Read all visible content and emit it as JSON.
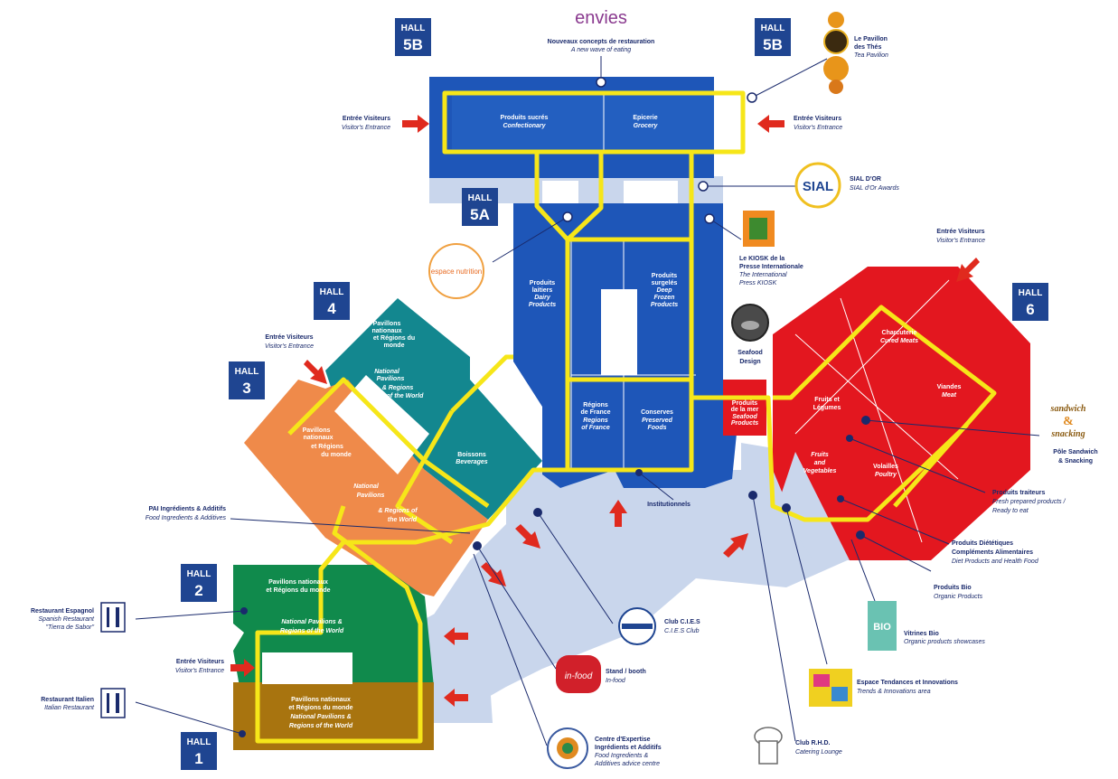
{
  "halls": {
    "h5b_left": {
      "label": "HALL",
      "num": "5B"
    },
    "h5b_right": {
      "label": "HALL",
      "num": "5B"
    },
    "h5a": {
      "label": "HALL",
      "num": "5A"
    },
    "h4": {
      "label": "HALL",
      "num": "4"
    },
    "h3": {
      "label": "HALL",
      "num": "3"
    },
    "h6": {
      "label": "HALL",
      "num": "6"
    },
    "h2": {
      "label": "HALL",
      "num": "2"
    },
    "h1": {
      "label": "HALL",
      "num": "1"
    }
  },
  "top": {
    "brand": "envies",
    "concept_fr": "Nouveaux concepts de restauration",
    "concept_en": "A new wave of eating"
  },
  "zones": {
    "confectionery_fr": "Produits sucrés",
    "confectionery_en": "Confectionary",
    "grocery_fr": "Epicerie",
    "grocery_en": "Grocery",
    "dairy_fr1": "Produits",
    "dairy_fr2": "laitiers",
    "dairy_en1": "Dairy",
    "dairy_en2": "Products",
    "frozen_fr1": "Produits",
    "frozen_fr2": "surgelés",
    "frozen_en1": "Deep",
    "frozen_en2": "Frozen",
    "frozen_en3": "Products",
    "regions_fr1": "Régions",
    "regions_fr2": "de France",
    "regions_en1": "Regions",
    "regions_en2": "of France",
    "preserved_fr": "Conserves",
    "preserved_en1": "Preserved",
    "preserved_en2": "Foods",
    "h4_fr1": "Pavillons",
    "h4_fr2": "nationaux",
    "h4_fr3": "et Régions du",
    "h4_fr4": "monde",
    "h4_en1": "National",
    "h4_en2": "Pavilions",
    "h4_en3": "& Regions",
    "h4_en4": "of the World",
    "beverages_fr": "Boissons",
    "beverages_en": "Beverages",
    "h3_fr1": "Pavillons",
    "h3_fr2": "nationaux",
    "h3_fr3": "et Régions",
    "h3_fr4": "du monde",
    "h3_en1": "National",
    "h3_en2": "Pavilions",
    "h3_en3": "& Regions of",
    "h3_en4": "the World",
    "h2_fr1": "Pavillons nationaux",
    "h2_fr2": "et Régions du monde",
    "h2_en1": "National Pavilions &",
    "h2_en2": "Regions of the World",
    "h1_fr1": "Pavillons nationaux",
    "h1_fr2": "et Régions du monde",
    "h1_en1": "National Pavilions &",
    "h1_en2": "Regions of the World",
    "charcuterie_fr": "Charcuterie",
    "charcuterie_en": "Cured Meats",
    "meat_fr": "Viandes",
    "meat_en": "Meat",
    "fruits_fr1": "Fruits et",
    "fruits_fr2": "Légumes",
    "fruits_en1": "Fruits",
    "fruits_en2": "and",
    "fruits_en3": "Vegetables",
    "poultry_fr": "Volailles",
    "poultry_en": "Poultry",
    "seafood_fr1": "Produits",
    "seafood_fr2": "de la mer",
    "seafood_en1": "Seafood",
    "seafood_en2": "Products",
    "institutional": "Institutionnels"
  },
  "callouts": {
    "entrance_left_fr": "Entrée Visiteurs",
    "entrance_left_en": "Visitor's Entrance",
    "entrance_right_fr": "Entrée Visiteurs",
    "entrance_right_en": "Visitor's Entrance",
    "entrance_h4_fr": "Entrée Visiteurs",
    "entrance_h4_en": "Visitor's Entrance",
    "entrance_h6_fr": "Entrée Visiteurs",
    "entrance_h6_en": "Visitor's Entrance",
    "entrance_h2_fr": "Entrée Visiteurs",
    "entrance_h2_en": "Visitor's Entrance",
    "tea_fr1": "Le Pavillon",
    "tea_fr2": "des Thés",
    "tea_en": "Tea Pavilion",
    "sialdor_fr": "SIAL D'OR",
    "sialdor_en": "SIAL d'Or Awards",
    "sialdor_logo": "SIAL",
    "kiosk_fr1": "Le KIOSK de la",
    "kiosk_fr2": "Presse Internationale",
    "kiosk_en1": "The International",
    "kiosk_en2": "Press KIOSK",
    "seafood_design1": "Seafood",
    "seafood_design2": "Design",
    "sandwich_fr1": "Pôle Sandwich",
    "sandwich_fr2": "& Snacking",
    "sandwich_logo1": "sandwich",
    "sandwich_logo2": "&",
    "sandwich_logo3": "snacking",
    "traiteur_fr": "Produits traiteurs",
    "traiteur_en1": "Fresh prepared products /",
    "traiteur_en2": "Ready to eat",
    "diet_fr1": "Produits Diététiques",
    "diet_fr2": "Compléments Alimentaires",
    "diet_en": "Diet Products and Health Food",
    "bio_fr": "Produits Bio",
    "bio_en": "Organic Products",
    "vitrines_fr": "Vitrines Bio",
    "vitrines_en": "Organic products showcases",
    "vitrines_logo": "BIO",
    "tendances_fr": "Espace Tendances et Innovations",
    "tendances_en": "Trends & Innovations area",
    "rhd_fr": "Club R.H.D.",
    "rhd_en": "Catering Lounge",
    "expertise_fr1": "Centre d'Expertise",
    "expertise_fr2": "Ingrédients et Additifs",
    "expertise_en1": "Food Ingredients &",
    "expertise_en2": "Additives advice centre",
    "infood_fr": "Stand / booth",
    "infood_en": "In-food",
    "infood_logo": "in-food",
    "cies_fr": "Club C.I.E.S",
    "cies_en": "C.I.E.S Club",
    "ingredients_fr": "PAI Ingrédients & Additifs",
    "ingredients_en": "Food Ingredients & Additives",
    "espace_nutrition": "espace nutrition",
    "resto_es_fr": "Restaurant Espagnol",
    "resto_es_en1": "Spanish Restaurant",
    "resto_es_en2": "\"Tierra de Sabor\"",
    "resto_it_fr": "Restaurant Italien",
    "resto_it_en": "Italian Restaurant"
  },
  "colors": {
    "blue_hall": "#1e56b8",
    "teal_hall": "#13878f",
    "orange_hall": "#ef8a4a",
    "green_hall": "#108a4c",
    "brown_hall": "#a8740f",
    "red_hall": "#e3171f",
    "corridor": "#c9d6ec",
    "walkway": "#f6e619",
    "arrow": "#e02a1e",
    "hall_badge": "#1f4591"
  }
}
